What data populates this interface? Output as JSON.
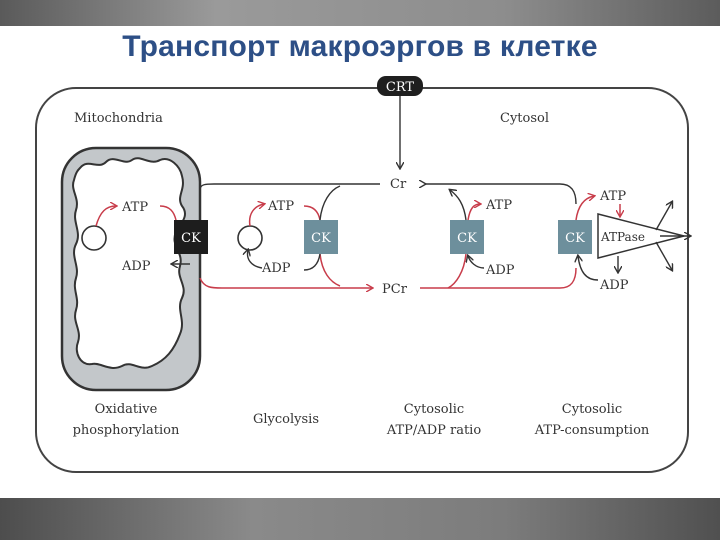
{
  "slide": {
    "title": "Транспорт макроэргов в клетке"
  },
  "diagram": {
    "transporter": "CRT",
    "compartments": {
      "mitochondria": "Mitochondria",
      "cytosol": "Cytosol"
    },
    "metabolites": {
      "atp": "ATP",
      "adp": "ADP",
      "cr": "Cr",
      "pcr": "PCr"
    },
    "enzymes": {
      "ck": "CK",
      "atpase": "ATPase"
    },
    "captions": {
      "oxphos_line1": "Oxidative",
      "oxphos_line2": "phosphorylation",
      "glycolysis": "Glycolysis",
      "ratio_line1": "Cytosolic",
      "ratio_line2": "ATP/ADP ratio",
      "consumption_line1": "Cytosolic",
      "consumption_line2": "ATP-consumption"
    }
  },
  "colors": {
    "title": "#2d4f86",
    "arrow_red": "#c83c4a",
    "ck_box": "#6d8f9c",
    "ck_box_dark": "#1d1d1d",
    "mito_fill": "#c3c7ca"
  }
}
